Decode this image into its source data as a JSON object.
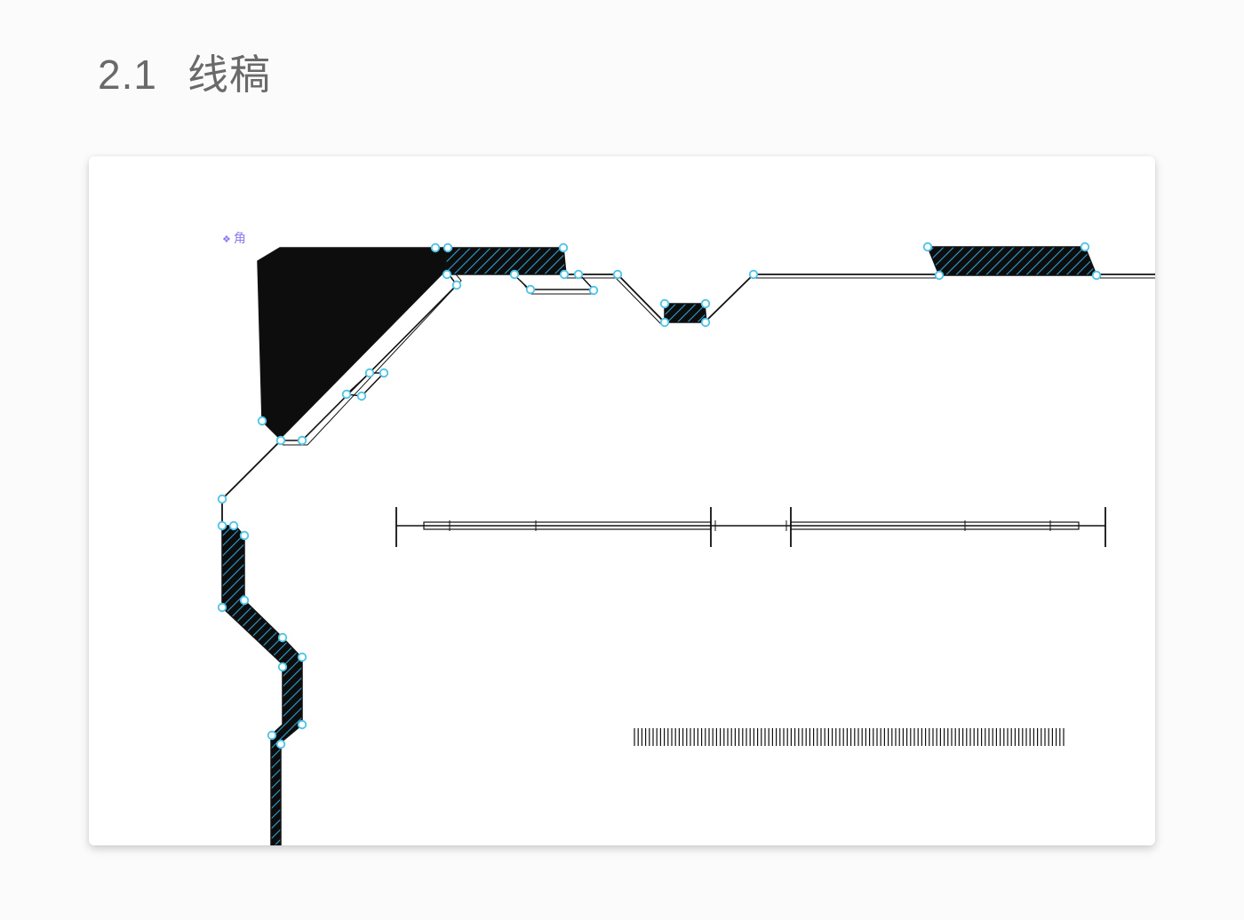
{
  "header": {
    "section_number": "2.1",
    "section_title": "线稿"
  },
  "canvas": {
    "symbol_label": "角",
    "symbol_icon": "component-diamond-icon"
  },
  "colors": {
    "stroke": "#111111",
    "hatch": "#2f9fd0",
    "handle": "#4ec3e6",
    "symbol_label": "#8b7bf0"
  }
}
